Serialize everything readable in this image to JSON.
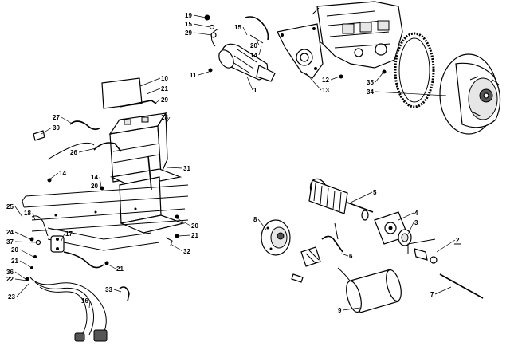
{
  "diagram": {
    "callouts": [
      {
        "id": "c19",
        "label": "19"
      },
      {
        "id": "c15a",
        "label": "15"
      },
      {
        "id": "c29a",
        "label": "29"
      },
      {
        "id": "c15b",
        "label": "15"
      },
      {
        "id": "c20a",
        "label": "20"
      },
      {
        "id": "c14a",
        "label": "14"
      },
      {
        "id": "c11",
        "label": "11"
      },
      {
        "id": "c1",
        "label": "1"
      },
      {
        "id": "c12",
        "label": "12"
      },
      {
        "id": "c13",
        "label": "13"
      },
      {
        "id": "c35",
        "label": "35"
      },
      {
        "id": "c34",
        "label": "34"
      },
      {
        "id": "c10",
        "label": "10"
      },
      {
        "id": "c21a",
        "label": "21"
      },
      {
        "id": "c29b",
        "label": "29"
      },
      {
        "id": "c27",
        "label": "27"
      },
      {
        "id": "c30",
        "label": "30"
      },
      {
        "id": "c28",
        "label": "28"
      },
      {
        "id": "c26",
        "label": "26"
      },
      {
        "id": "c14b",
        "label": "14"
      },
      {
        "id": "c14c",
        "label": "14"
      },
      {
        "id": "c20b",
        "label": "20"
      },
      {
        "id": "c31",
        "label": "31"
      },
      {
        "id": "c25",
        "label": "25"
      },
      {
        "id": "c18",
        "label": "18"
      },
      {
        "id": "c24",
        "label": "24"
      },
      {
        "id": "c37",
        "label": "37"
      },
      {
        "id": "c17",
        "label": "17"
      },
      {
        "id": "c20c",
        "label": "20"
      },
      {
        "id": "c21b",
        "label": "21"
      },
      {
        "id": "c36",
        "label": "36"
      },
      {
        "id": "c22",
        "label": "22"
      },
      {
        "id": "c21c",
        "label": "21"
      },
      {
        "id": "c23",
        "label": "23"
      },
      {
        "id": "c16",
        "label": "16"
      },
      {
        "id": "c33",
        "label": "33"
      },
      {
        "id": "c20d",
        "label": "20"
      },
      {
        "id": "c21d",
        "label": "21"
      },
      {
        "id": "c32",
        "label": "32"
      },
      {
        "id": "c5",
        "label": "5"
      },
      {
        "id": "c8",
        "label": "8"
      },
      {
        "id": "c4",
        "label": "4"
      },
      {
        "id": "c3",
        "label": "3"
      },
      {
        "id": "c2",
        "label": "2"
      },
      {
        "id": "c6",
        "label": "6"
      },
      {
        "id": "c7",
        "label": "7"
      },
      {
        "id": "c9",
        "label": "9"
      }
    ]
  }
}
